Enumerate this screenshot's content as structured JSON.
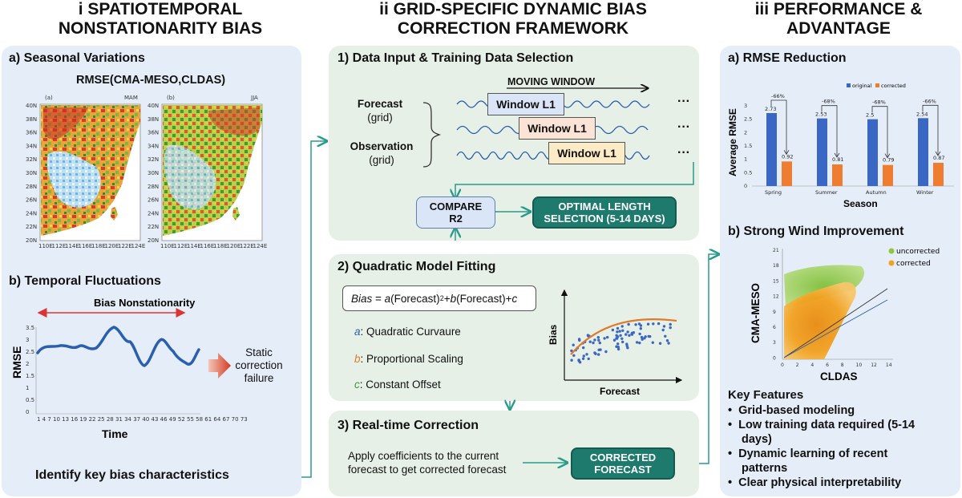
{
  "headers": {
    "col1": [
      "i  SPATIOTEMPORAL",
      "NONSTATIONARITY BIAS"
    ],
    "col2": [
      "ii  GRID-SPECIFIC DYNAMIC BIAS",
      "CORRECTION FRAMEWORK"
    ],
    "col3": [
      "iii  PERFORMANCE &",
      "ADVANTAGE"
    ]
  },
  "left": {
    "seasonal_title": "a) Seasonal Variations",
    "map_title": "RMSE(CMA-MESO,CLDAS)",
    "map_a_label": "(a)",
    "map_a_season": "MAM",
    "map_b_label": "(b)",
    "map_b_season": "JJA",
    "map_lat_ticks": [
      "40N",
      "38N",
      "36N",
      "34N",
      "32N",
      "30N",
      "28N",
      "26N",
      "24N",
      "22N",
      "20N"
    ],
    "map_lon_ticks": [
      "110E",
      "112E",
      "114E",
      "116E",
      "118E",
      "120E",
      "122E",
      "124E"
    ],
    "temporal_title": "b) Temporal Fluctuations",
    "bias_nonstationarity": "Bias Nonstationarity",
    "chart_ylabel": "RMSE",
    "chart_xlabel": "Time",
    "chart_yticks": [
      "3.5",
      "3",
      "2.5",
      "2",
      "1.5",
      "1",
      "0.5",
      "0"
    ],
    "chart_xticks": "1  4  7 10 13 16 19 22 25 28 31 34 37 40 43 46 49 52 55 58 61 64 67 70 73",
    "static_failure": [
      "Static",
      "correction",
      "failure"
    ],
    "identify": "Identify key bias characteristics"
  },
  "middle": {
    "s1_title": "1) Data Input & Training Data Selection",
    "moving_window": "MOVING WINDOW",
    "forecast": "Forecast",
    "forecast_grid": "(grid)",
    "observation": "Observation",
    "observation_grid": "(grid)",
    "window1": "Window L1",
    "window2": "Window L1",
    "window3": "Window L1",
    "dots": "···",
    "compare": [
      "COMPARE",
      "R2"
    ],
    "optimal": [
      "OPTIMAL LENGTH",
      "SELECTION (5-14 DAYS)"
    ],
    "s2_title": "2) Quadratic Model Fitting",
    "formula": {
      "bias": "Bias",
      "eq": " = ",
      "a": "a",
      "p1": "(Forecast)",
      "sq": "2",
      "plus1": "+",
      "b": "b",
      "p2": "(Forecast)",
      "plus2": "+",
      "c": "c"
    },
    "legend_a_var": "a",
    "legend_a_text": ": Quadratic Curvaure",
    "legend_b_var": "b",
    "legend_b_text": ": Proportional Scaling",
    "legend_c_var": "c",
    "legend_c_text": ": Constant Offset",
    "scatter_ylabel": "Bias",
    "scatter_xlabel": "Forecast",
    "s3_title": "3) Real-time Correction",
    "apply_text": [
      "Apply coefficients to the current",
      "forecast to get corrected forecast"
    ],
    "corrected_box": [
      "CORRECTED",
      "FORECAST"
    ]
  },
  "right": {
    "rmse_title": "a) RMSE Reduction",
    "strong_title": "b) Strong Wind Improvement",
    "key_title": "Key Features",
    "key_items": [
      [
        "Grid-based modeling"
      ],
      [
        "Low training data required (5-14",
        "days)"
      ],
      [
        "Dynamic learning of recent",
        "patterns"
      ],
      [
        "Clear physical interpretability"
      ]
    ],
    "bar_legend_original": "original",
    "bar_legend_corrected": "corrected",
    "bar_ylabel": "Average RMSE",
    "bar_xlabel": "Season",
    "bar_yticks": [
      "3",
      "2.5",
      "2",
      "1.5",
      "1",
      "0.5",
      "0"
    ],
    "scatter_ylabel": "CMA-MESO",
    "scatter_xlabel": "CLDAS",
    "scatter_legend_uncorrected": "uncorrected",
    "scatter_legend_corrected": "corrected",
    "scatter_yticks": [
      "21",
      "18",
      "15",
      "12",
      "9",
      "6",
      "3",
      "0"
    ],
    "scatter_xticks": [
      "0",
      "2",
      "4",
      "6",
      "8",
      "10",
      "12",
      "14"
    ]
  },
  "colors": {
    "original": "#3a66c4",
    "corrected": "#ee7d32",
    "dark_box": "#1f7a6e",
    "arrow": "#2a9a8a",
    "uncorrected_scatter": "#8ec641",
    "corrected_scatter": "#f2a11f"
  },
  "chart_data": {
    "type": "bar",
    "categories": [
      "Spring",
      "Summer",
      "Autumn",
      "Winter"
    ],
    "series": [
      {
        "name": "original",
        "values": [
          2.73,
          2.53,
          2.5,
          2.54
        ]
      },
      {
        "name": "corrected",
        "values": [
          0.92,
          0.81,
          0.79,
          0.87
        ]
      }
    ],
    "annotations": [
      "-66%",
      "-68%",
      "-68%",
      "-66%"
    ],
    "xlabel": "Season",
    "ylabel": "Average RMSE",
    "ylim": [
      0,
      3
    ],
    "legend": "top-right"
  }
}
